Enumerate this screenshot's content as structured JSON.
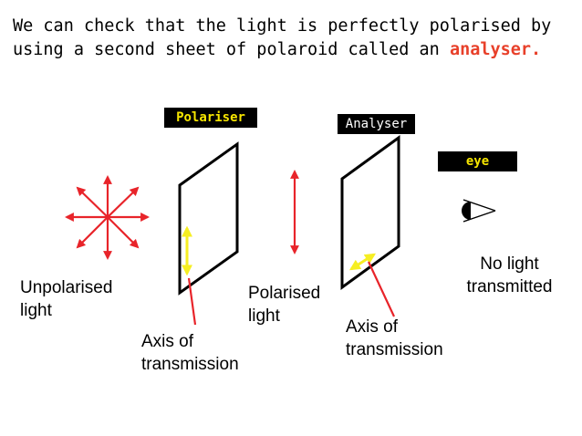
{
  "intro": {
    "text": "We can check that the light is perfectly polarised by using a second sheet of polaroid called an ",
    "highlight": "analyser."
  },
  "tags": {
    "polariser": "Polariser",
    "analyser": "Analyser",
    "eye": "eye"
  },
  "labels": {
    "unpolarised_line1": "Unpolarised",
    "unpolarised_line2": "light",
    "polarised_line1": "Polarised",
    "polarised_line2": "light",
    "axis1_line1": "Axis of",
    "axis1_line2": "transmission",
    "axis2_line1": "Axis of",
    "axis2_line2": "transmission",
    "result_line1": "No light",
    "result_line2": "transmitted"
  },
  "colors": {
    "arrow_red": "#e8242a",
    "axis_yellow": "#f6ee22",
    "highlight_red": "#e8402a",
    "tag_yellow": "#f6e500"
  }
}
